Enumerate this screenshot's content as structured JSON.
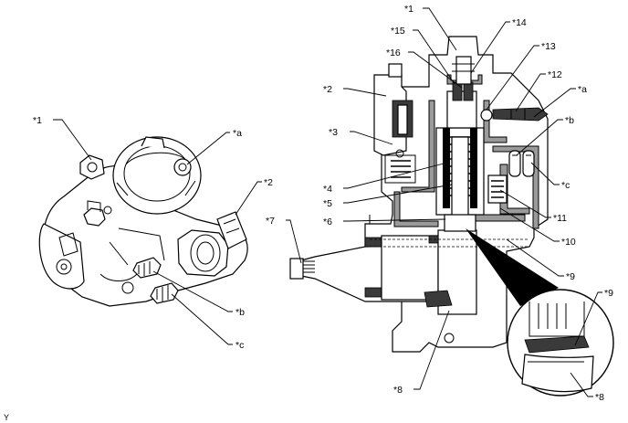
{
  "image_code": "Y",
  "labels": {
    "l1": "*1",
    "l2": "*2",
    "la": "*a",
    "lb": "*b",
    "lc": "*c",
    "r1": "*1",
    "r14": "*14",
    "r15": "*15",
    "r16": "*16",
    "r13": "*13",
    "r12": "*12",
    "ra": "*a",
    "r2": "*2",
    "r3": "*3",
    "rb": "*b",
    "rc": "*c",
    "r4": "*4",
    "r5": "*5",
    "r11": "*11",
    "r6": "*6",
    "r10": "*10",
    "r7": "*7",
    "r9": "*9",
    "r8": "*8",
    "d9": "*9",
    "d8": "*8"
  }
}
